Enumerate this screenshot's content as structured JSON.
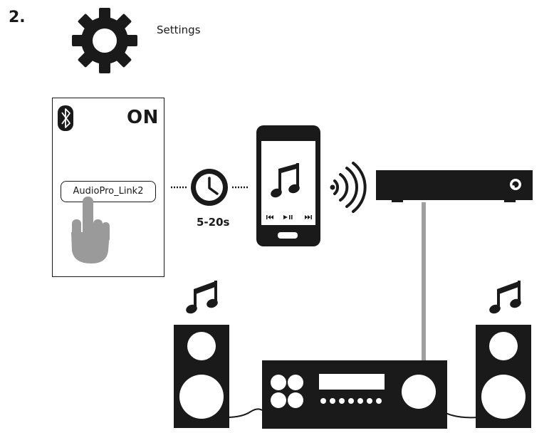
{
  "step": {
    "number": "2."
  },
  "settings": {
    "label": "Settings",
    "icon": "gear-icon"
  },
  "bluetooth": {
    "state": "ON",
    "icon": "bluetooth-icon"
  },
  "device_list": {
    "item_label": "AudioPro_Link2"
  },
  "timer": {
    "label": "5-20s",
    "icon": "clock-icon"
  },
  "colors": {
    "ink": "#1a1a1a",
    "hand": "#9a9a9a",
    "cable": "#a0a0a0"
  }
}
